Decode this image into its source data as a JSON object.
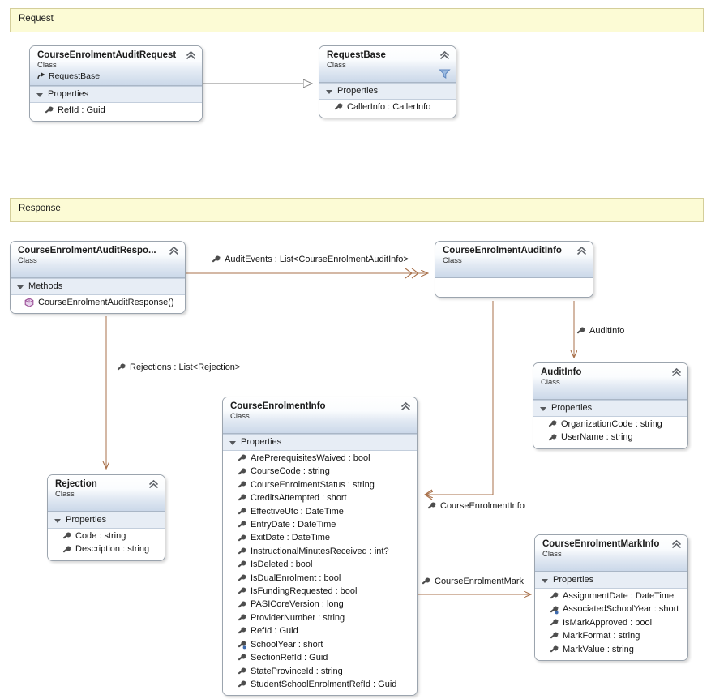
{
  "diagram": {
    "title": "Class Diagram",
    "colors": {
      "comment_fill": "#FCFBD5",
      "comment_border": "#D4CE9A",
      "class_border": "#9BA4AE",
      "header_gradient_top": "#FFFFFF",
      "header_gradient_bottom": "#CBD8E9",
      "compartment_fill": "#E7EDF5",
      "connector": "#A9714B",
      "inheritance_connector": "#808080",
      "property_icon": "#4D4D4D",
      "method_icon": "#9B4F96",
      "filter_icon": "#5F87BF"
    }
  },
  "comments": [
    {
      "name": "request-group",
      "text": "Request"
    },
    {
      "name": "response-group",
      "text": "Response"
    }
  ],
  "labels": {
    "properties": "Properties",
    "methods": "Methods",
    "class_kind": "Class"
  },
  "classes": [
    {
      "id": "course-enrolment-audit-request",
      "name": "CourseEnrolmentAuditRequest",
      "kind": "Class",
      "base": "RequestBase",
      "compartments": [
        {
          "title": "Properties",
          "members": [
            {
              "icon": "property-icon",
              "text": "RefId : Guid"
            }
          ]
        }
      ]
    },
    {
      "id": "request-base",
      "name": "RequestBase",
      "kind": "Class",
      "base": null,
      "has_filter_icon": true,
      "compartments": [
        {
          "title": "Properties",
          "members": [
            {
              "icon": "property-icon",
              "text": "CallerInfo : CallerInfo"
            }
          ]
        }
      ]
    },
    {
      "id": "course-enrolment-audit-response",
      "name": "CourseEnrolmentAuditRespo...",
      "kind": "Class",
      "base": null,
      "compartments": [
        {
          "title": "Methods",
          "members": [
            {
              "icon": "method-icon",
              "text": "CourseEnrolmentAuditResponse()"
            }
          ]
        }
      ]
    },
    {
      "id": "course-enrolment-audit-info",
      "name": "CourseEnrolmentAuditInfo",
      "kind": "Class",
      "base": null,
      "compartments": []
    },
    {
      "id": "audit-info",
      "name": "AuditInfo",
      "kind": "Class",
      "base": null,
      "compartments": [
        {
          "title": "Properties",
          "members": [
            {
              "icon": "property-icon",
              "text": "OrganizationCode : string"
            },
            {
              "icon": "property-icon",
              "text": "UserName : string"
            }
          ]
        }
      ]
    },
    {
      "id": "rejection",
      "name": "Rejection",
      "kind": "Class",
      "base": null,
      "compartments": [
        {
          "title": "Properties",
          "members": [
            {
              "icon": "property-icon",
              "text": "Code : string"
            },
            {
              "icon": "property-icon",
              "text": "Description : string"
            }
          ]
        }
      ]
    },
    {
      "id": "course-enrolment-info",
      "name": "CourseEnrolmentInfo",
      "kind": "Class",
      "base": null,
      "compartments": [
        {
          "title": "Properties",
          "members": [
            {
              "icon": "property-icon",
              "text": "ArePrerequisitesWaived : bool"
            },
            {
              "icon": "property-icon",
              "text": "CourseCode : string"
            },
            {
              "icon": "property-icon",
              "text": "CourseEnrolmentStatus : string"
            },
            {
              "icon": "property-icon",
              "text": "CreditsAttempted : short"
            },
            {
              "icon": "property-icon",
              "text": "EffectiveUtc : DateTime"
            },
            {
              "icon": "property-icon",
              "text": "EntryDate : DateTime"
            },
            {
              "icon": "property-icon",
              "text": "ExitDate : DateTime"
            },
            {
              "icon": "property-icon",
              "text": "InstructionalMinutesReceived : int?"
            },
            {
              "icon": "property-icon",
              "text": "IsDeleted : bool"
            },
            {
              "icon": "property-icon",
              "text": "IsDualEnrolment : bool"
            },
            {
              "icon": "property-icon",
              "text": "IsFundingRequested : bool"
            },
            {
              "icon": "property-icon",
              "text": "PASICoreVersion : long"
            },
            {
              "icon": "property-icon",
              "text": "ProviderNumber : string"
            },
            {
              "icon": "property-icon",
              "text": "RefId : Guid"
            },
            {
              "icon": "property-key-icon",
              "text": "SchoolYear : short"
            },
            {
              "icon": "property-icon",
              "text": "SectionRefId : Guid"
            },
            {
              "icon": "property-icon",
              "text": "StateProvinceId : string"
            },
            {
              "icon": "property-icon",
              "text": "StudentSchoolEnrolmentRefId : Guid"
            }
          ]
        }
      ]
    },
    {
      "id": "course-enrolment-mark-info",
      "name": "CourseEnrolmentMarkInfo",
      "kind": "Class",
      "base": null,
      "compartments": [
        {
          "title": "Properties",
          "members": [
            {
              "icon": "property-icon",
              "text": "AssignmentDate : DateTime"
            },
            {
              "icon": "property-key-icon",
              "text": "AssociatedSchoolYear : short"
            },
            {
              "icon": "property-icon",
              "text": "IsMarkApproved : bool"
            },
            {
              "icon": "property-icon",
              "text": "MarkFormat : string"
            },
            {
              "icon": "property-icon",
              "text": "MarkValue : string"
            }
          ]
        }
      ]
    }
  ],
  "connector_labels": [
    {
      "id": "audit-events",
      "text": "AuditEvents : List<CourseEnrolmentAuditInfo>"
    },
    {
      "id": "rejections",
      "text": "Rejections : List<Rejection>"
    },
    {
      "id": "audit-info-assoc",
      "text": "AuditInfo"
    },
    {
      "id": "course-enrolment-info-assoc",
      "text": "CourseEnrolmentInfo"
    },
    {
      "id": "course-enrolment-mark-assoc",
      "text": "CourseEnrolmentMark"
    }
  ]
}
